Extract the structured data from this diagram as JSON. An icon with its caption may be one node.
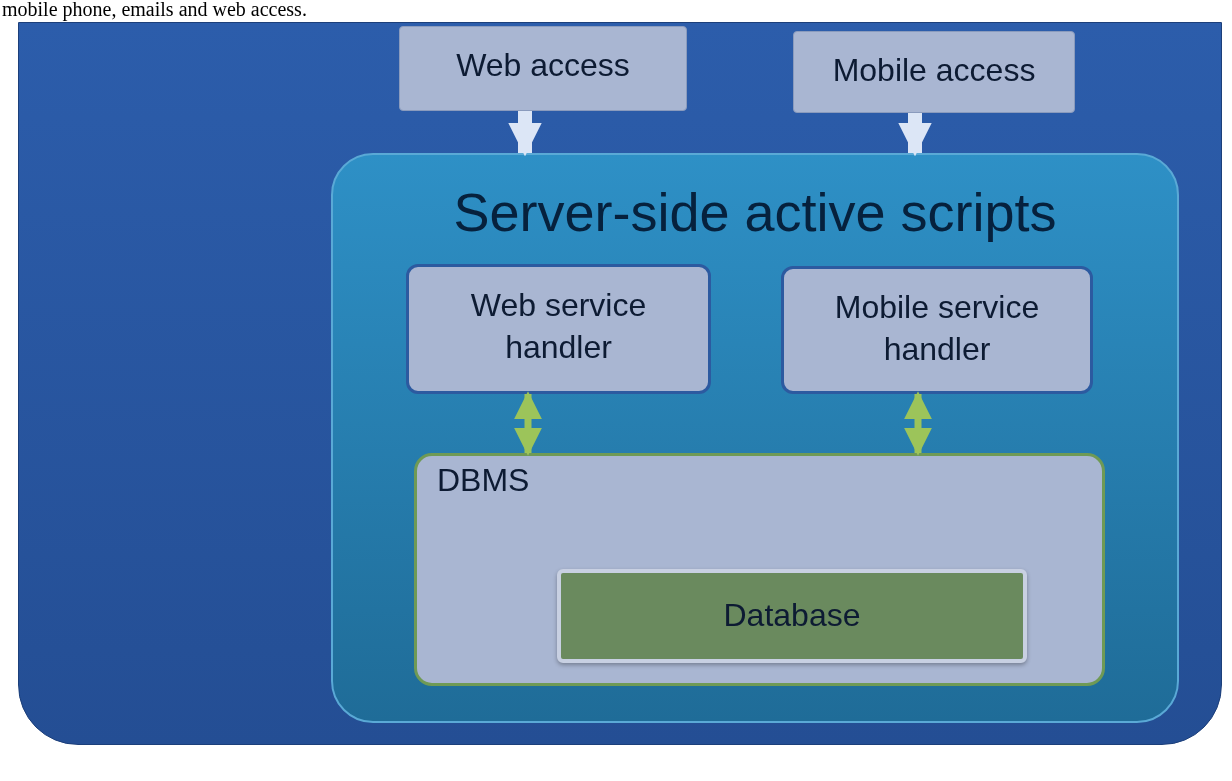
{
  "diagram": {
    "nodes": [
      {
        "text": [],
        "shape": "box"
      },
      {
        "text": [
          "Web access"
        ],
        "in": 0
      },
      {
        "text": [
          "Mobile access"
        ],
        "in": 0
      },
      {
        "text": [
          "Server-side active scripts"
        ],
        "in": 0
      },
      {
        "text": [
          "Web service handler"
        ],
        "in": 3
      },
      {
        "text": [
          "Mobile service handler"
        ],
        "in": 3
      },
      {
        "text": [
          "DBMS"
        ],
        "in": 3
      },
      {
        "text": [
          "Database"
        ],
        "in": 6
      }
    ],
    "edges": [
      {
        "from": 1,
        "to": 3,
        "arrow": "to",
        "style": "thick",
        "color": "#dce6f6"
      },
      {
        "from": 2,
        "to": 3,
        "arrow": "to",
        "style": "thick",
        "color": "#dce6f6"
      },
      {
        "from": 4,
        "to": 6,
        "arrow": "both",
        "color": "#9cc45a"
      },
      {
        "from": 5,
        "to": 6,
        "arrow": "both",
        "color": "#9cc45a"
      }
    ],
    "labels": [
      "mobile phone, emails and web access."
    ]
  }
}
